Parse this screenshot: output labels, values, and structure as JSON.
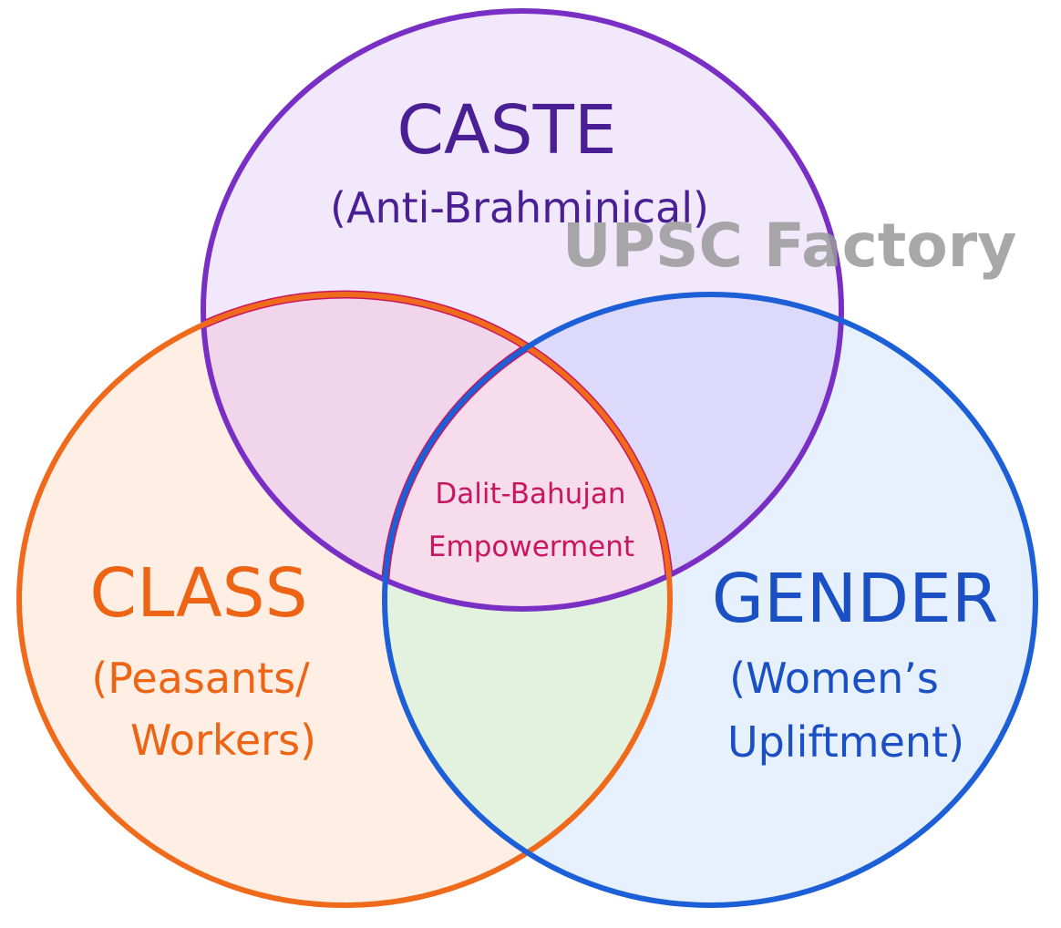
{
  "colors": {
    "caste": "#7a2fc4",
    "class": "#f06a1c",
    "gender": "#1d5fd6",
    "center": "#c8175e",
    "watermark": "#9a9a9a"
  },
  "caste": {
    "title": "CASTE",
    "sub": "(Anti-Brahminical)"
  },
  "class": {
    "title": "CLASS",
    "sub_line1": "(Peasants/",
    "sub_line2": "Workers)"
  },
  "gender": {
    "title": "GENDER",
    "sub_line1": "(Women’s",
    "sub_line2": "Upliftment)"
  },
  "center": {
    "line1": "Dalit-Bahujan",
    "line2": "Empowerment"
  },
  "watermark": "UPSC Factory"
}
